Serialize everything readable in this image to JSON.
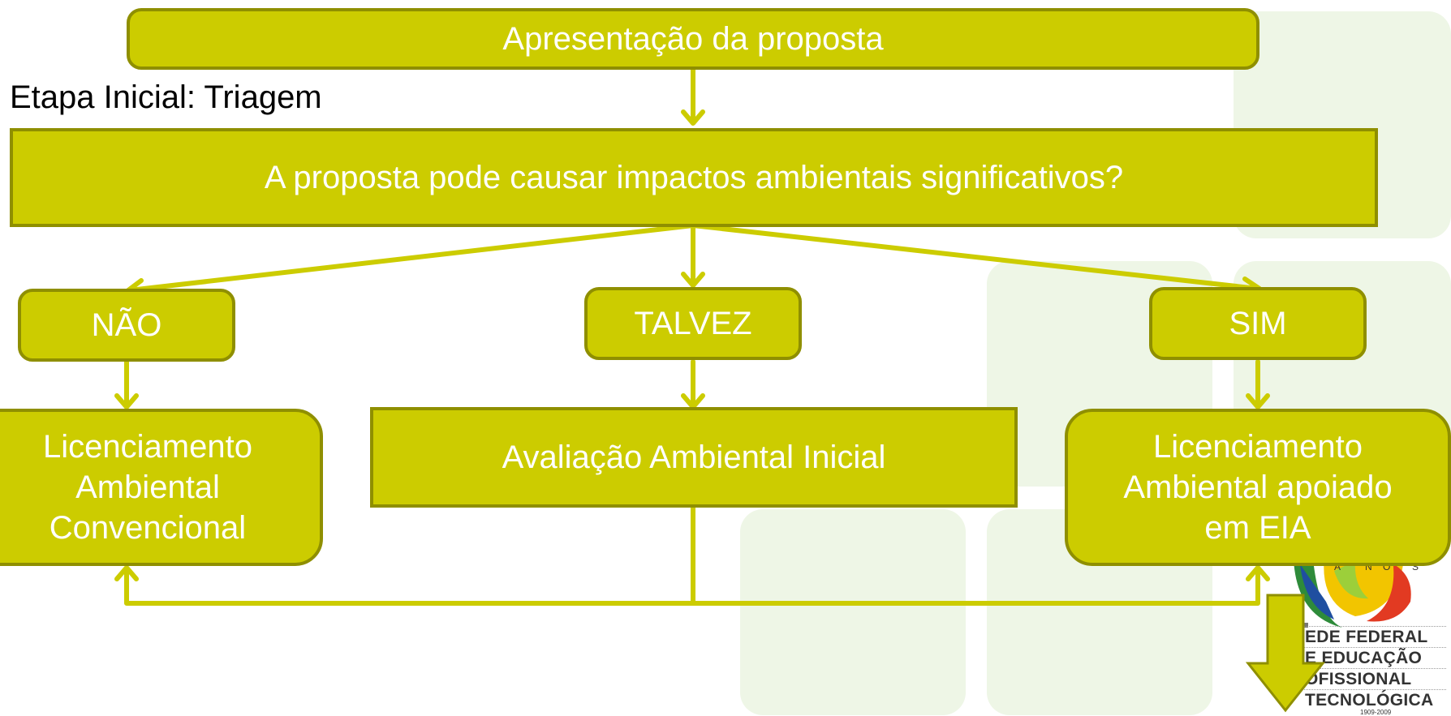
{
  "title_box": "Apresentação da proposta",
  "stage_label": "Etapa Inicial: Triagem",
  "question": "A proposta pode causar impactos ambientais significativos?",
  "answers": {
    "no": "NÃO",
    "maybe": "TALVEZ",
    "yes": "SIM"
  },
  "outcomes": {
    "conventional": [
      "Licenciamento",
      "Ambiental",
      "Convencional"
    ],
    "initial_assessment": "Avaliação Ambiental Inicial",
    "eia": [
      "Licenciamento",
      "Ambiental apoiado",
      "em EIA"
    ]
  },
  "logo": {
    "anos_letters": [
      "A",
      "N",
      "O",
      "S"
    ],
    "lines": [
      "EDE FEDERAL",
      "E EDUCAÇÃO",
      "OFISSIONAL",
      "TECNOLÓGICA"
    ],
    "years": "1909-2009"
  },
  "colors": {
    "box_fill": "#cccc00",
    "box_border": "#8f8f00",
    "arrow": "#cccc00",
    "background_tiles": "#eef6e6"
  }
}
